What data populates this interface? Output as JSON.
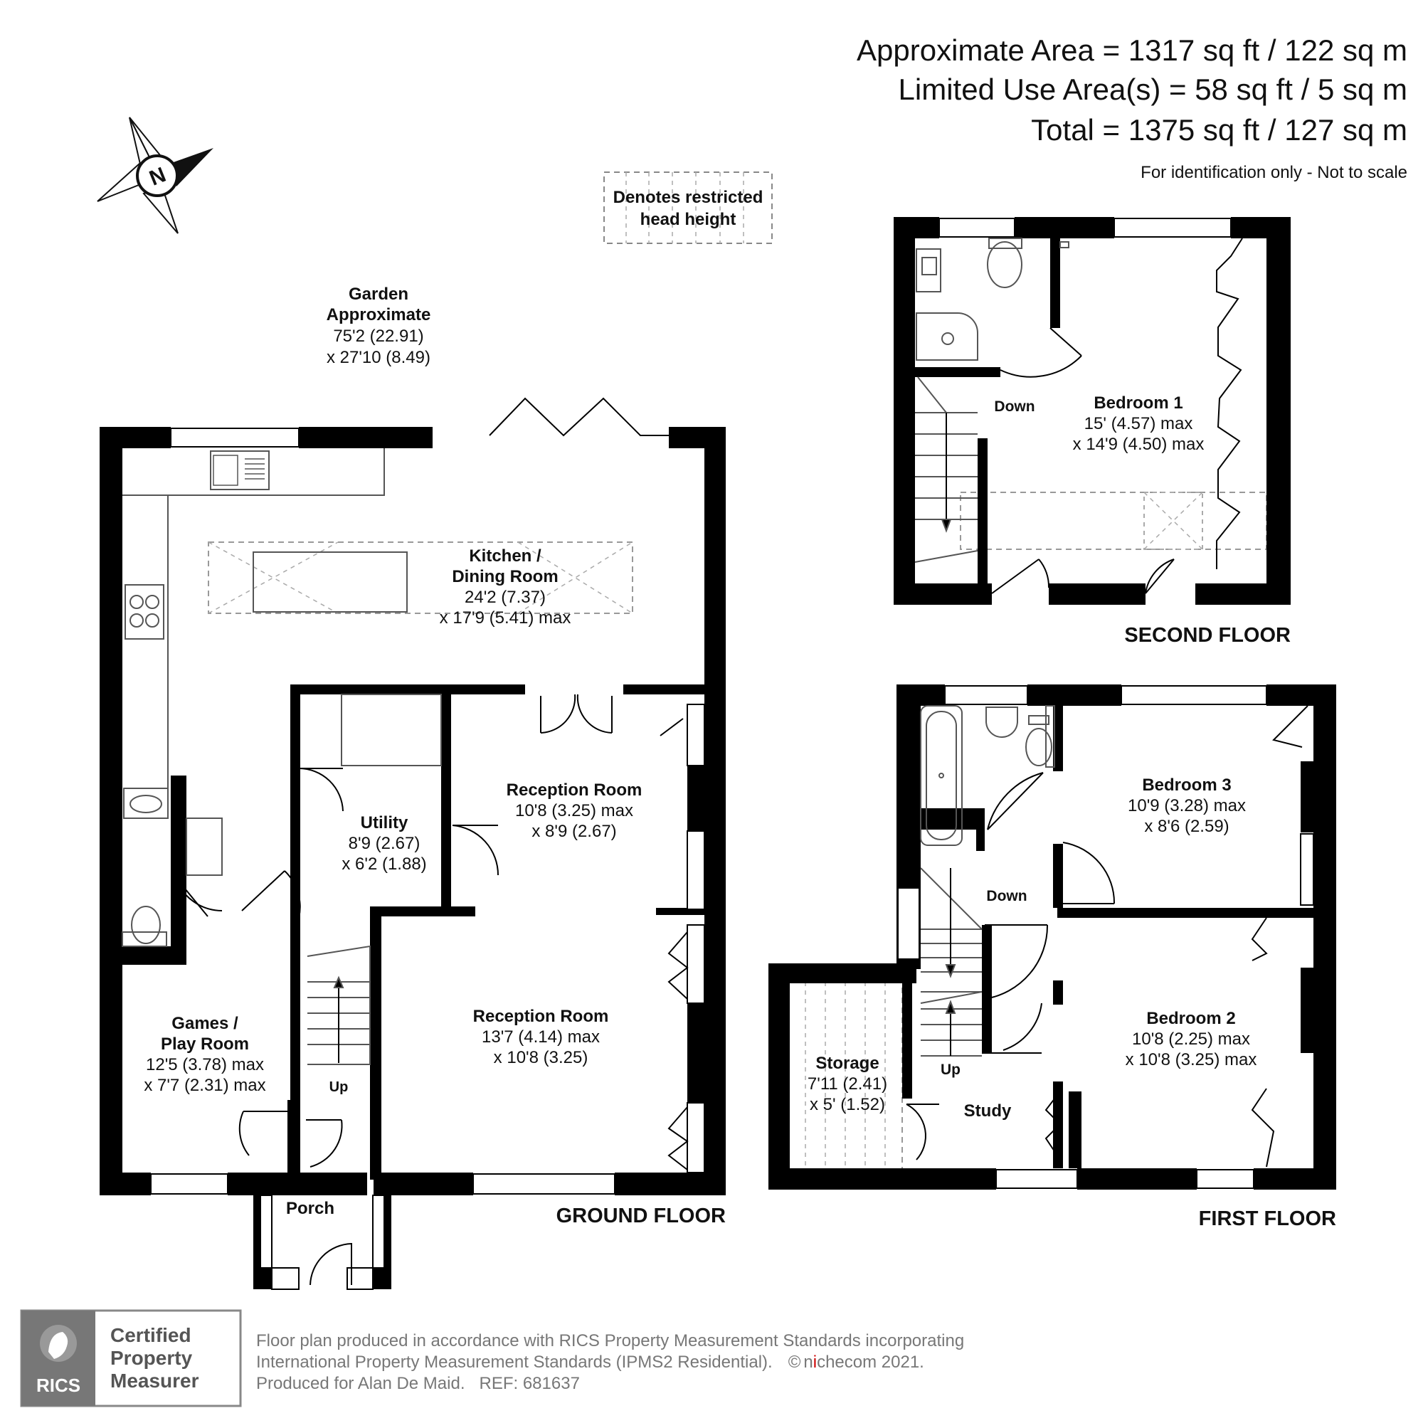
{
  "header": {
    "approx_area": "Approximate Area = 1317 sq ft / 122 sq m",
    "limited_use": "Limited Use Area(s) = 58 sq ft / 5 sq m",
    "total": "Total = 1375 sq ft / 127 sq m",
    "note": "For identification only - Not to scale"
  },
  "compass": {
    "letter": "N",
    "icon": "compass-icon"
  },
  "legend": {
    "line1": "Denotes restricted",
    "line2": "head height"
  },
  "garden": {
    "name1": "Garden",
    "name2": "Approximate",
    "dim1": "75'2 (22.91)",
    "dim2": "x 27'10 (8.49)"
  },
  "ground_floor": {
    "label": "GROUND FLOOR",
    "kitchen": {
      "name1": "Kitchen /",
      "name2": "Dining Room",
      "dim1": "24'2 (7.37)",
      "dim2": "x 17'9 (5.41) max"
    },
    "utility": {
      "name": "Utility",
      "dim1": "8'9 (2.67)",
      "dim2": "x 6'2 (1.88)"
    },
    "reception1": {
      "name": "Reception Room",
      "dim1": "10'8 (3.25) max",
      "dim2": "x 8'9 (2.67)"
    },
    "reception2": {
      "name": "Reception Room",
      "dim1": "13'7 (4.14) max",
      "dim2": "x 10'8 (3.25)"
    },
    "games": {
      "name1": "Games /",
      "name2": "Play Room",
      "dim1": "12'5 (3.78) max",
      "dim2": "x 7'7 (2.31) max"
    },
    "porch": {
      "name": "Porch"
    },
    "stairs_label": "Up"
  },
  "first_floor": {
    "label": "FIRST FLOOR",
    "bedroom3": {
      "name": "Bedroom 3",
      "dim1": "10'9 (3.28) max",
      "dim2": "x 8'6 (2.59)"
    },
    "bedroom2": {
      "name": "Bedroom 2",
      "dim1": "10'8 (2.25) max",
      "dim2": "x 10'8 (3.25) max"
    },
    "storage": {
      "name": "Storage",
      "dim1": "7'11 (2.41)",
      "dim2": "x 5' (1.52)"
    },
    "study": {
      "name": "Study"
    },
    "stairs_down": "Down",
    "stairs_up": "Up"
  },
  "second_floor": {
    "label": "SECOND FLOOR",
    "bedroom1": {
      "name": "Bedroom 1",
      "dim1": "15' (4.57) max",
      "dim2": "x 14'9 (4.50) max"
    },
    "stairs_down": "Down"
  },
  "footer": {
    "line1": "Floor plan produced in accordance with RICS Property Measurement Standards incorporating",
    "line2a": "International Property Measurement Standards (IPMS2 Residential).",
    "line2b": "©",
    "brand_pre": "n",
    "brand_i": "i",
    "brand_post": "checom 2021.",
    "line3": "Produced for Alan De Maid.   REF: 681637",
    "logo_text": "RICS",
    "badge1": "Certified",
    "badge2": "Property",
    "badge3": "Measurer"
  },
  "colors": {
    "wall": "#000000",
    "fixture": "#555555",
    "footer_text": "#777777",
    "logo_bg": "#777777"
  }
}
